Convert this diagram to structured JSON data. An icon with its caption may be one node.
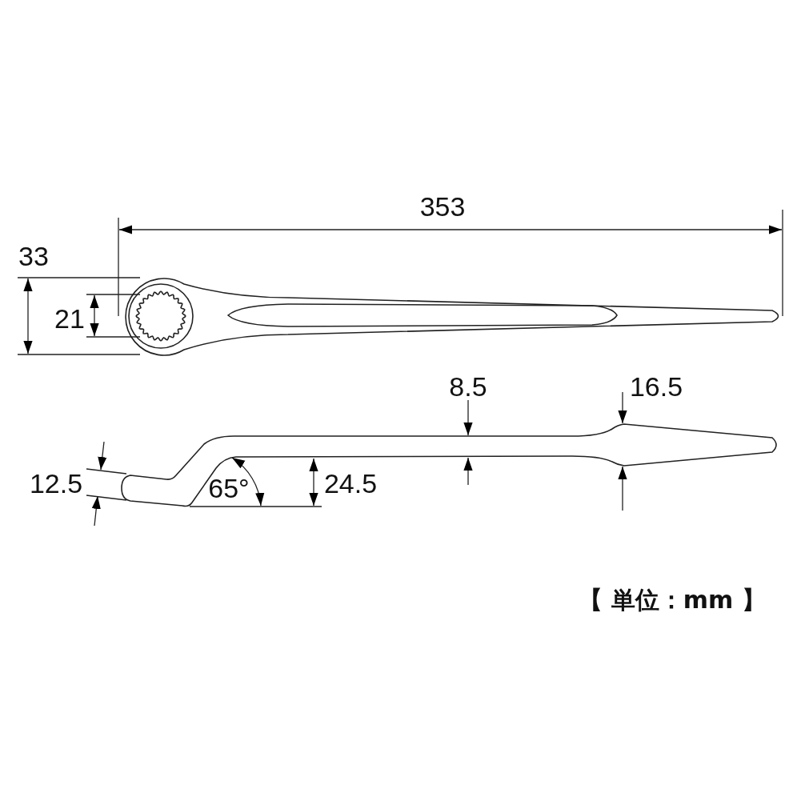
{
  "diagram": {
    "labels": [
      "353",
      "33",
      "21",
      "8.5",
      "16.5",
      "12.5",
      "65°",
      "24.5",
      "【 単位：mm 】"
    ]
  }
}
